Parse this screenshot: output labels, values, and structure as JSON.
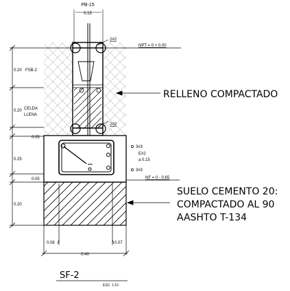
{
  "drawing": {
    "column_id": "PB-15",
    "column_width": "0.15",
    "bar_top": "2#2",
    "bar_bottom": "2#2",
    "npt": "NPT = 0 + 0.00",
    "nf": "NF = 0 - 0.65",
    "layer_fsb": "FSB-2",
    "layer_celda_1": "CELDA",
    "layer_celda_2": "LLENA",
    "dim_020_a": "0.20",
    "dim_020_b": "0.20",
    "dim_005_a": "0.05",
    "dim_025": "0.25",
    "dim_005_b": "0.05",
    "dim_020_c": "0.20",
    "dim_008": "0.08",
    "dim_040": "0.40",
    "dim_007": "0.07",
    "reinf_1": "3#3",
    "reinf_2": "E#2",
    "reinf_3": "a 0.15",
    "reinf_4": "3#3",
    "callout_relleno": "RELLENO COMPACTADO",
    "callout_suelo_1": "SUELO CEMENTO 20:",
    "callout_suelo_2": "COMPACTADO AL 90",
    "callout_suelo_3": "AASHTO T-134",
    "title": "SF-2",
    "scale": "ESC. 1:10"
  }
}
